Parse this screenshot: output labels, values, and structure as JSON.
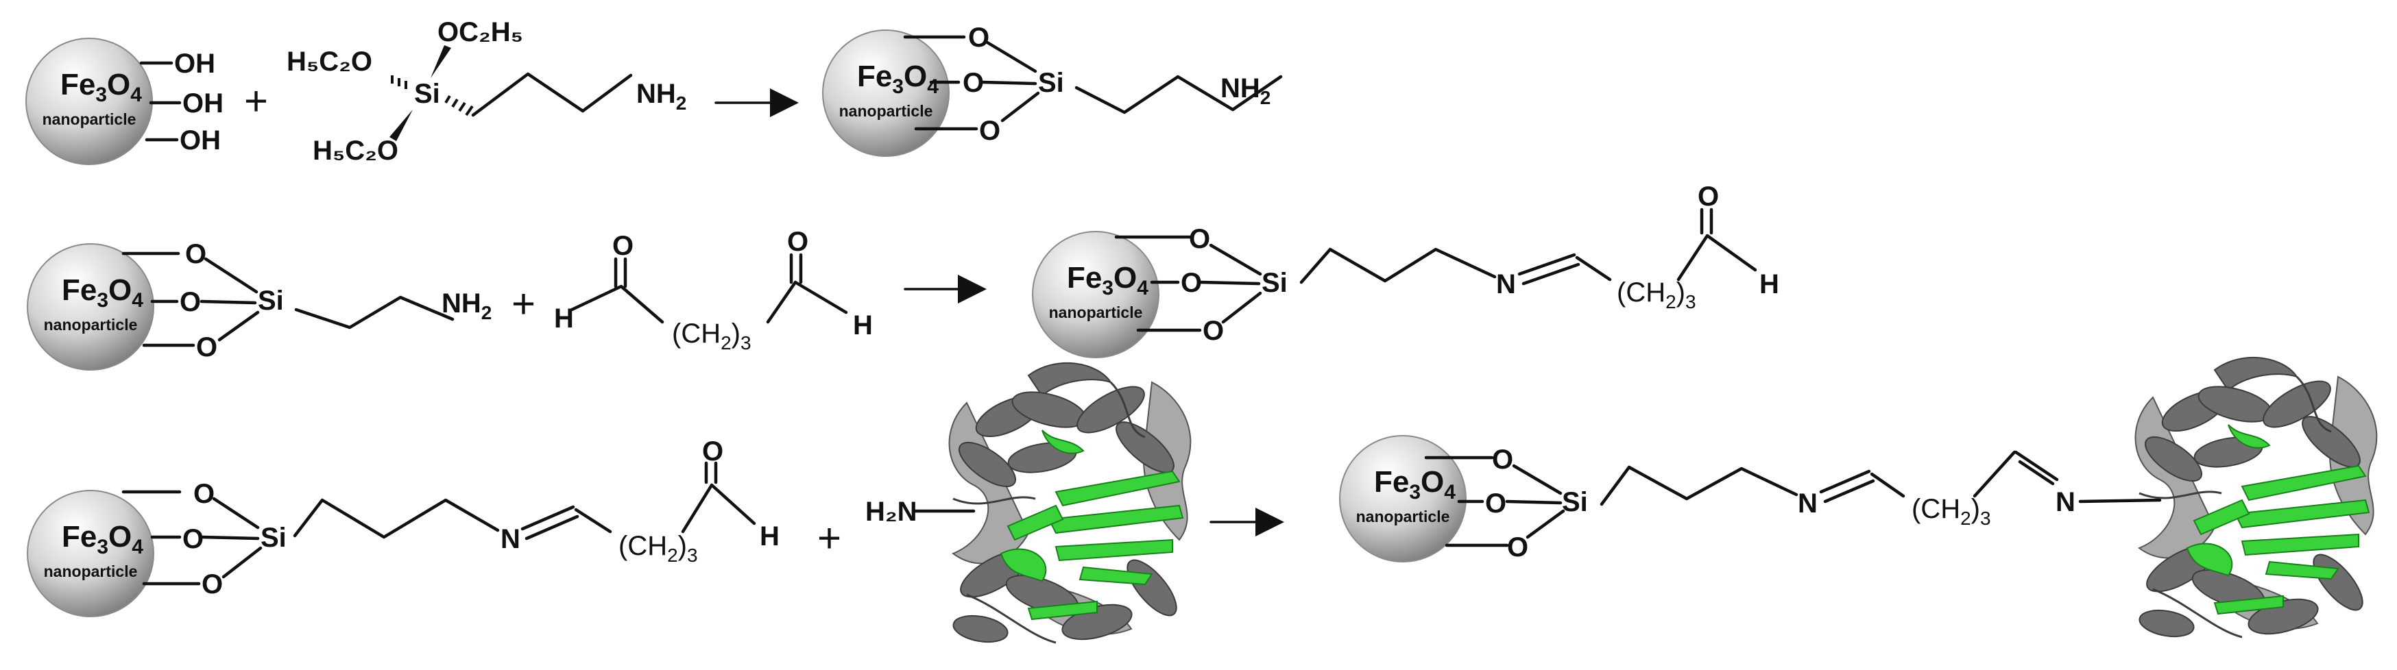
{
  "labels": {
    "fe": "Fe",
    "fe_sub": "3",
    "o_core": "O",
    "o_sub": "4",
    "nanoparticle": "nanoparticle",
    "oh": "OH",
    "plus": "+",
    "si": "Si",
    "o": "O",
    "h": "H",
    "n": "N",
    "nh": "NH",
    "nh_sub": "2",
    "h2n": "H₂N",
    "oc2h5": "OC₂H₅",
    "h5c2o": "H₅C₂O",
    "ch2_open": "(CH",
    "ch2_sub": "2",
    "ch2_close": ")",
    "ch2_count": "3"
  },
  "colors": {
    "sphere_light": "#ffffff",
    "sphere_mid": "#d2d2d2",
    "sphere_dark": "#7a7a7a",
    "protein_grey": "#6d6d6d",
    "protein_green": "#39d23a"
  },
  "icons": {
    "arrow": "reaction-arrow",
    "protein": "enzyme-ribbon-structure"
  }
}
